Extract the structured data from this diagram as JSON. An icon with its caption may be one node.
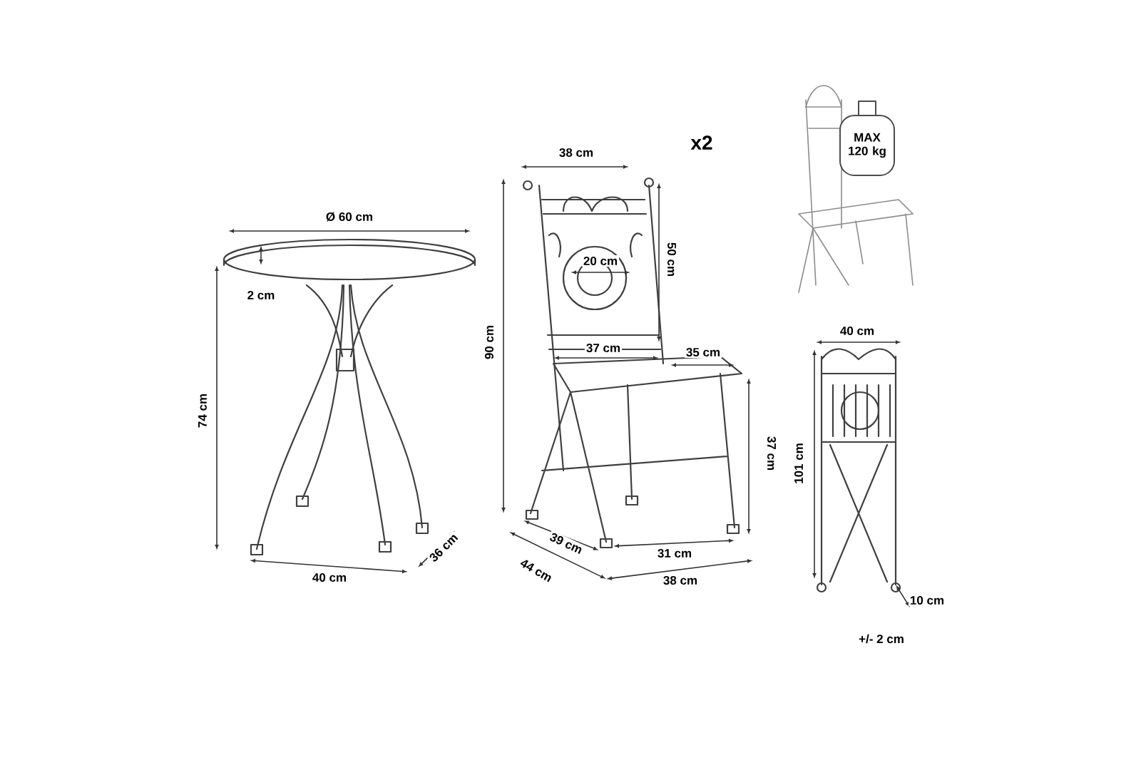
{
  "diagram": {
    "nodes": [
      {
        "text": [
          "MAX 120 kg"
        ]
      }
    ],
    "labels": [
      "Ø 60 cm",
      "2 cm",
      "74 cm",
      "40 cm",
      "36 cm",
      "38 cm",
      "x2",
      "50 cm",
      "20 cm",
      "90 cm",
      "37 cm",
      "35 cm",
      "37 cm",
      "39 cm",
      "31 cm",
      "44 cm",
      "38 cm",
      "40 cm",
      "101 cm",
      "10 cm",
      "+/- 2 cm"
    ]
  }
}
